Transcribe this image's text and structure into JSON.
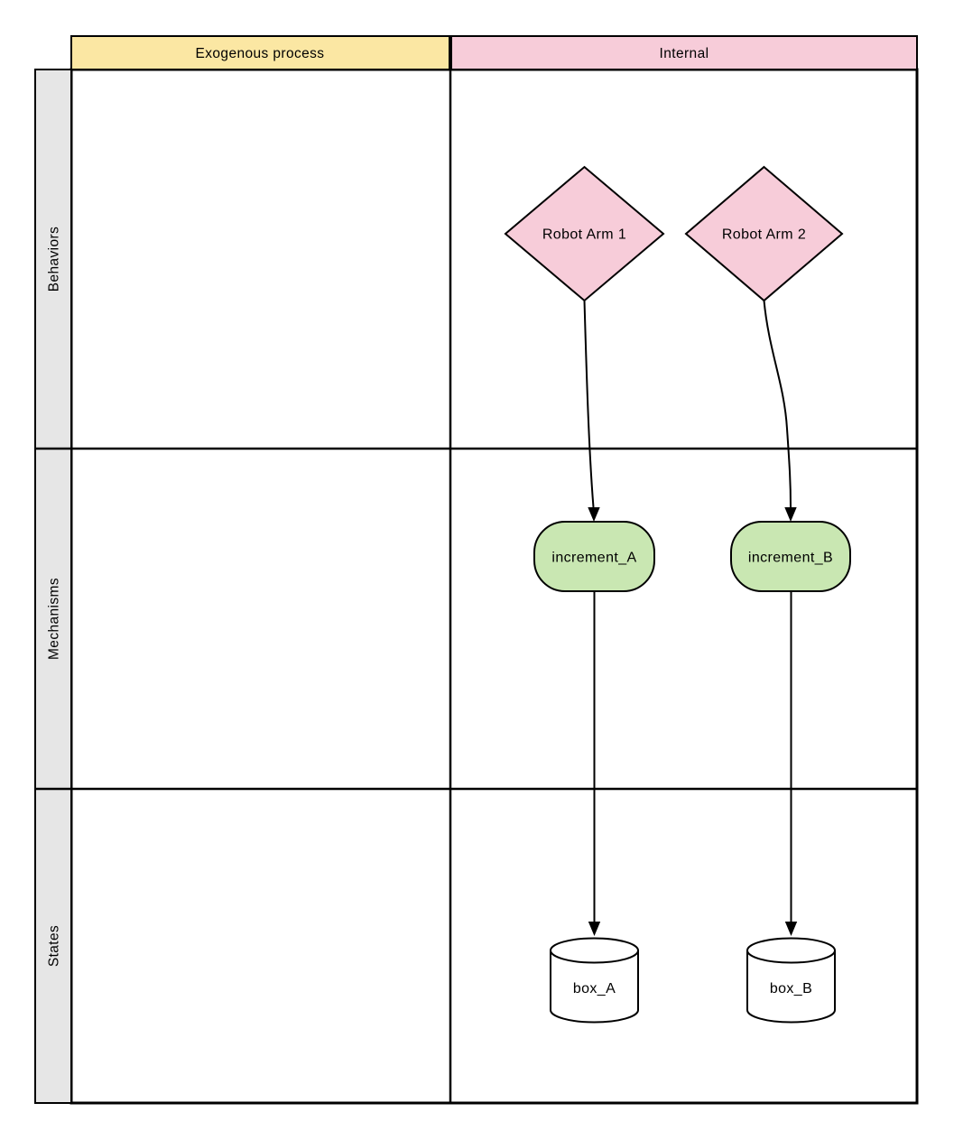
{
  "diagram": {
    "type": "swimlane-flow-diagram",
    "column_headers": [
      {
        "label": "Exogenous process",
        "fill": "#fbe7a3"
      },
      {
        "label": "Internal",
        "fill": "#f7ccd9"
      }
    ],
    "row_headers": [
      {
        "label": "Behaviors"
      },
      {
        "label": "Mechanisms"
      },
      {
        "label": "States"
      }
    ],
    "nodes": [
      {
        "id": "robot_arm_1",
        "label": "Robot Arm 1",
        "shape": "diamond",
        "fill": "#f7ccd9",
        "row": "Behaviors",
        "column": "Internal"
      },
      {
        "id": "robot_arm_2",
        "label": "Robot Arm 2",
        "shape": "diamond",
        "fill": "#f7ccd9",
        "row": "Behaviors",
        "column": "Internal"
      },
      {
        "id": "increment_A",
        "label": "increment_A",
        "shape": "rounded-rectangle",
        "fill": "#c9e7b2",
        "row": "Mechanisms",
        "column": "Internal"
      },
      {
        "id": "increment_B",
        "label": "increment_B",
        "shape": "rounded-rectangle",
        "fill": "#c9e7b2",
        "row": "Mechanisms",
        "column": "Internal"
      },
      {
        "id": "box_A",
        "label": "box_A",
        "shape": "cylinder",
        "fill": "#ffffff",
        "row": "States",
        "column": "Internal"
      },
      {
        "id": "box_B",
        "label": "box_B",
        "shape": "cylinder",
        "fill": "#ffffff",
        "row": "States",
        "column": "Internal"
      }
    ],
    "edges": [
      {
        "from": "Robot Arm 1",
        "to": "increment_A",
        "style": "curved-arrow"
      },
      {
        "from": "Robot Arm 2",
        "to": "increment_B",
        "style": "curved-arrow"
      },
      {
        "from": "increment_A",
        "to": "box_A",
        "style": "straight-arrow"
      },
      {
        "from": "increment_B",
        "to": "box_B",
        "style": "straight-arrow"
      }
    ],
    "colors": {
      "header_yellow": "#fbe7a3",
      "header_pink": "#f7ccd9",
      "node_pink": "#f7ccd9",
      "node_green": "#c9e7b2",
      "node_white": "#ffffff",
      "row_label_gray": "#e6e6e6",
      "stroke": "#000000",
      "background": "#ffffff"
    }
  }
}
